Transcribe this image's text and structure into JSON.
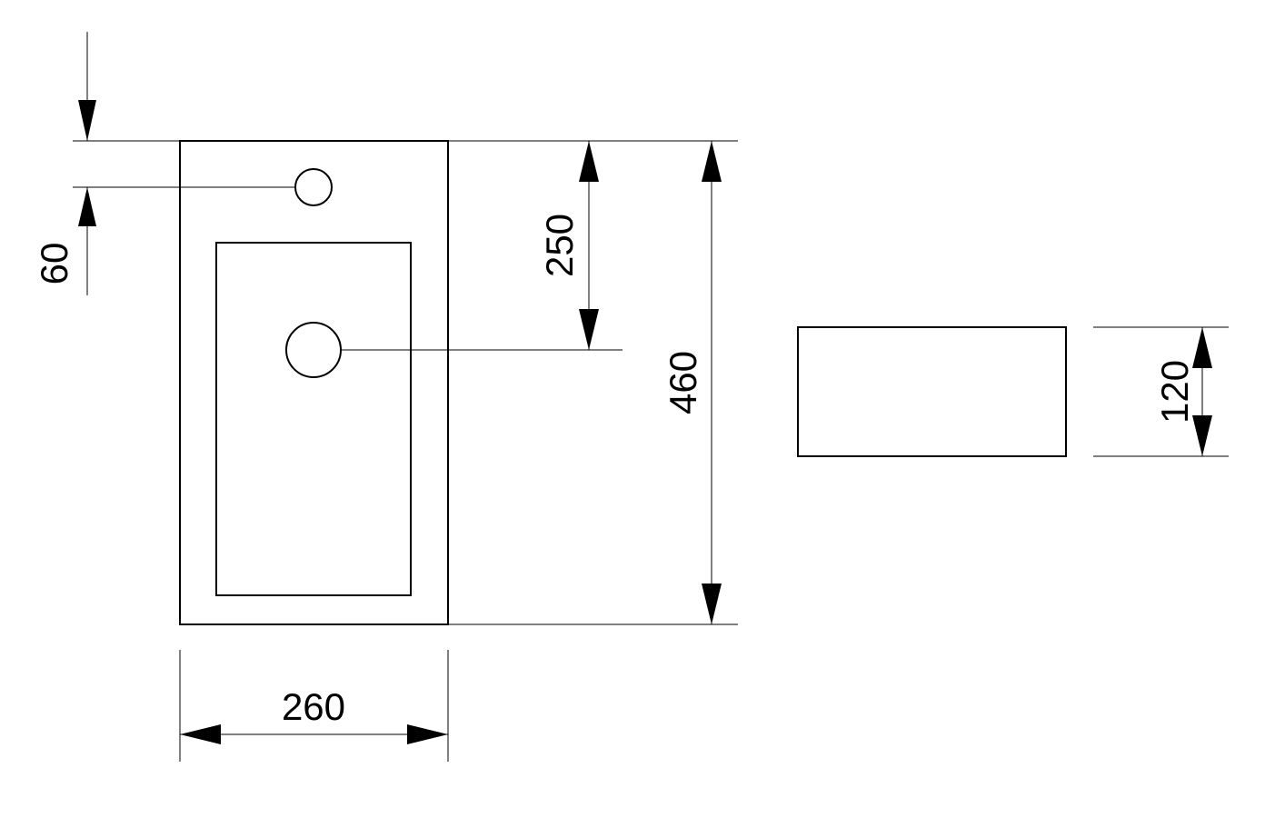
{
  "dimensions": {
    "faucet_offset": "60",
    "drain_offset": "250",
    "total_depth": "460",
    "width": "260",
    "height": "120"
  },
  "colors": {
    "line": "#000000",
    "background": "#ffffff"
  }
}
